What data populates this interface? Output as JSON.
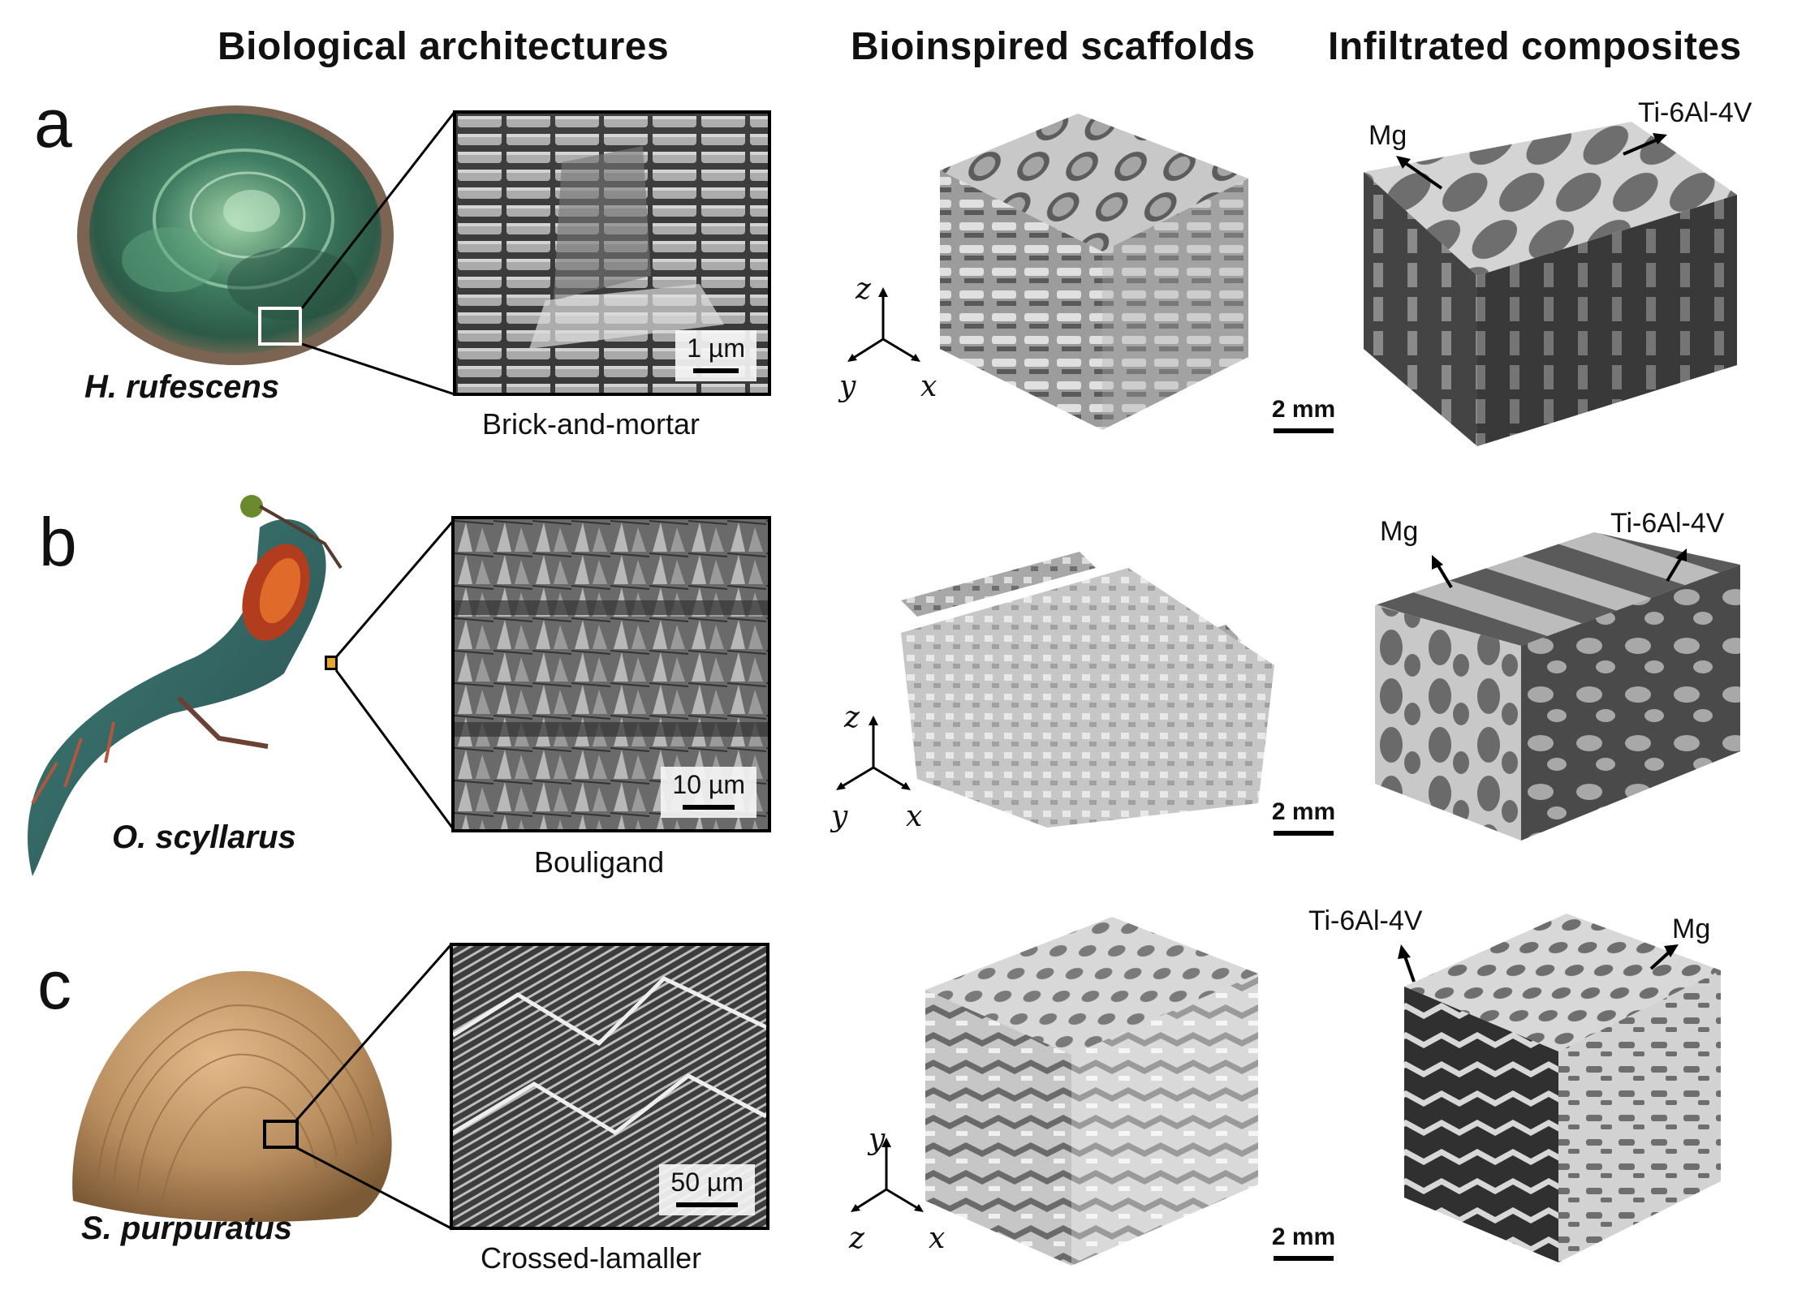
{
  "headers": {
    "col1": "Biological architectures",
    "col2": "Bioinspired scaffolds",
    "col3": "Infiltrated composites"
  },
  "rows": [
    {
      "letter": "a",
      "species": "H. rufescens",
      "sem_scale": "1 µm",
      "structure": "Brick-and-mortar",
      "axes": [
        "z",
        "y",
        "x"
      ],
      "scale": "2 mm",
      "labels": [
        "Mg",
        "Ti-6Al-4V"
      ]
    },
    {
      "letter": "b",
      "species": "O. scyllarus",
      "sem_scale": "10 µm",
      "structure": "Bouligand",
      "axes": [
        "z",
        "y",
        "x"
      ],
      "scale": "2 mm",
      "labels": [
        "Mg",
        "Ti-6Al-4V"
      ]
    },
    {
      "letter": "c",
      "species": "S. purpuratus",
      "sem_scale": "50 µm",
      "structure": "Crossed-lamaller",
      "axes": [
        "y",
        "z",
        "x"
      ],
      "scale": "2 mm",
      "labels": [
        "Ti-6Al-4V",
        "Mg"
      ]
    }
  ],
  "colors": {
    "abalone": "#3f7d62",
    "shrimp": "#4c7f7c",
    "clam": "#b98e5f",
    "scaffold": "#9a9a9a",
    "ti": "#d4d4d4",
    "mg": "#6e6e6e"
  }
}
